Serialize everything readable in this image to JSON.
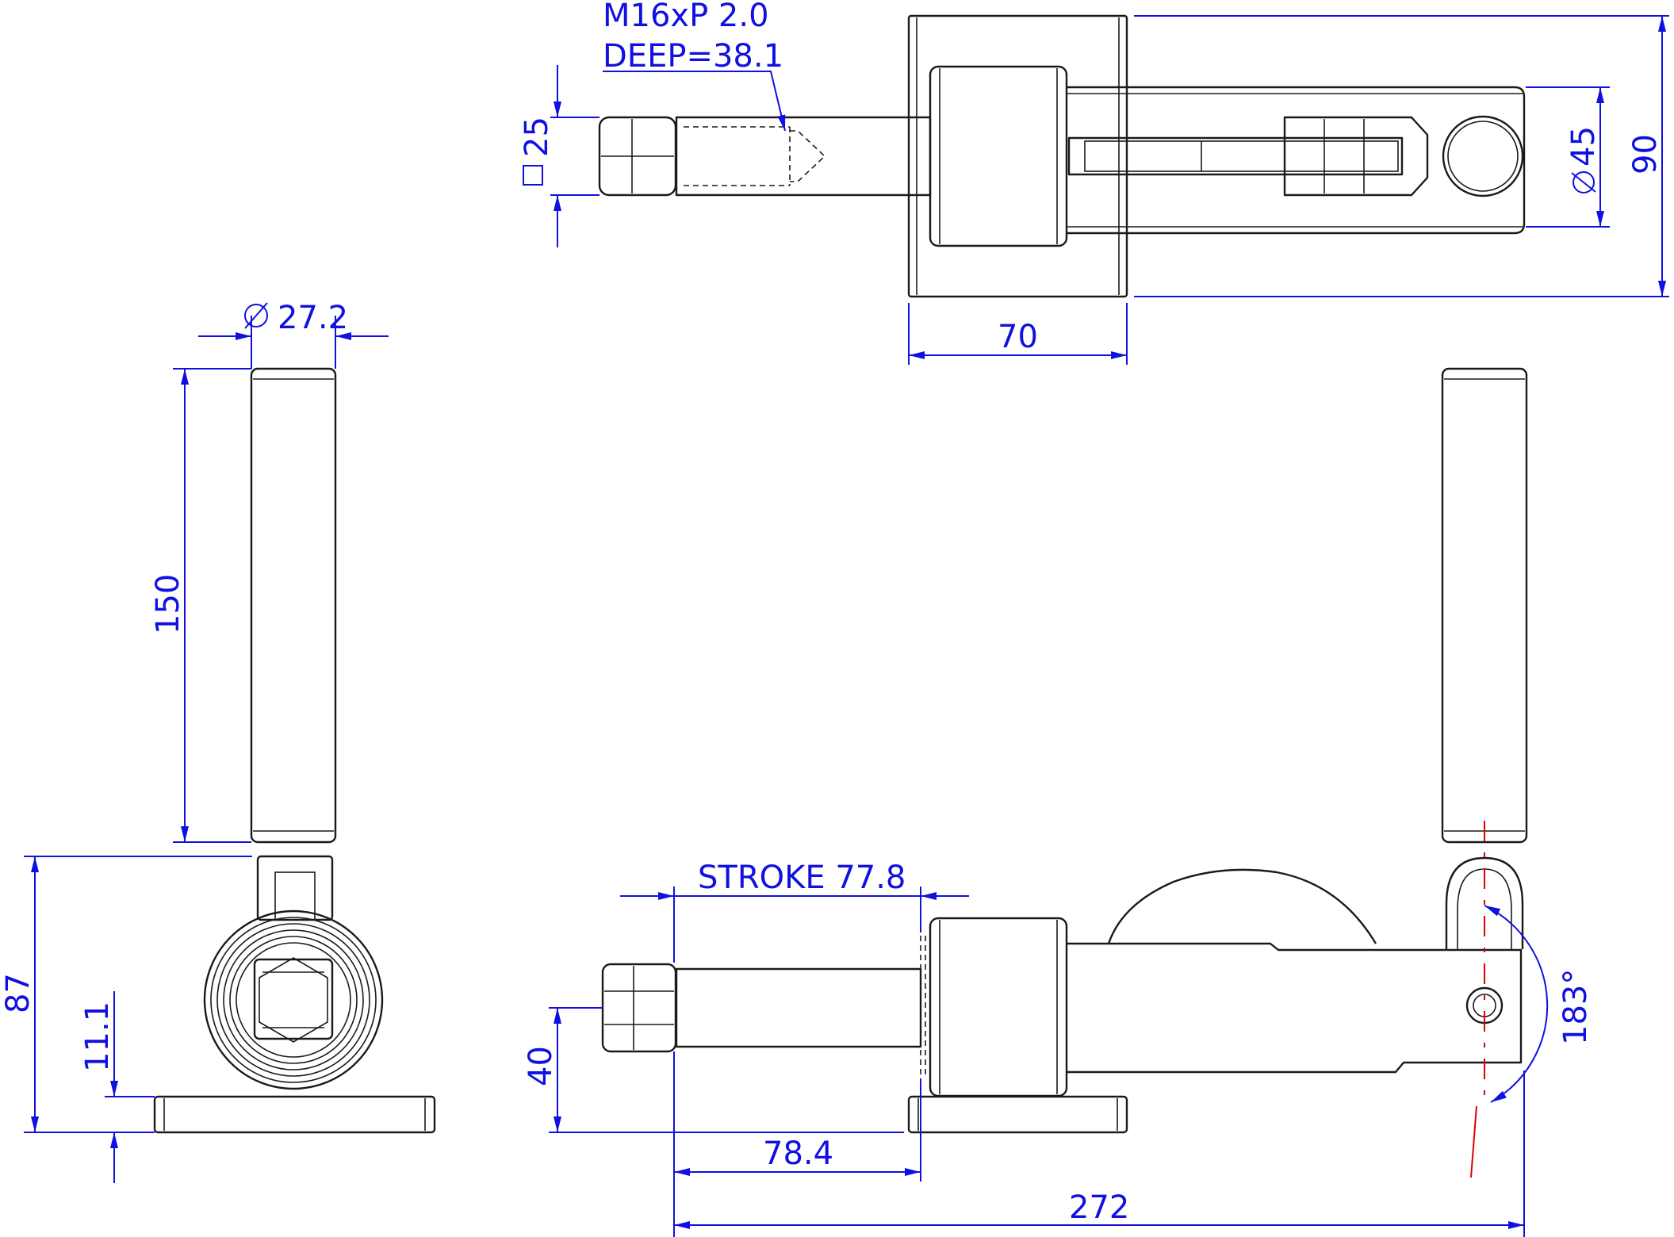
{
  "annotations": {
    "thread_spec": "M16xP 2.0",
    "thread_depth": "DEEP=38.1",
    "square_size": "25",
    "width_top": "70",
    "height_top": "90",
    "diameter_head": "45",
    "diameter_handle": "27.2",
    "handle_length": "150",
    "overall_height": "87",
    "base_thickness": "11.1",
    "stroke": "STROKE 77.8",
    "spindle_height": "40",
    "offset_length": "78.4",
    "overall_length": "272",
    "handle_angle": "183°"
  },
  "colors": {
    "outline": "#1a1a1a",
    "dimension": "#1010e0",
    "centerline": "#e00000"
  }
}
